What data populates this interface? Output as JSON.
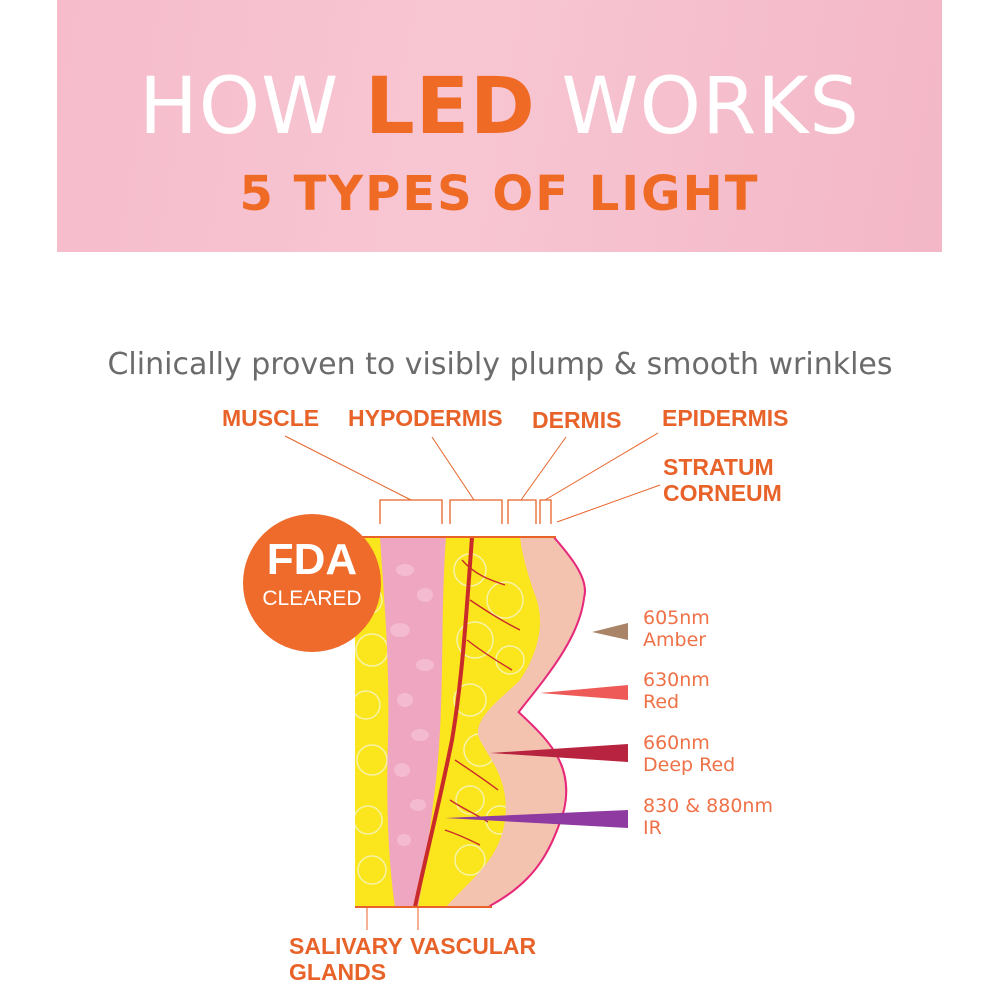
{
  "header": {
    "title_pre": "HOW ",
    "title_highlight": "LED",
    "title_post": " WORKS",
    "subtitle": "5 TYPES OF LIGHT"
  },
  "tagline": "Clinically proven to visibly plump & smooth wrinkles",
  "layers": {
    "muscle": "MUSCLE",
    "hypodermis": "HYPODERMIS",
    "dermis": "DERMIS",
    "epidermis": "EPIDERMIS",
    "stratum_line1": "STRATUM",
    "stratum_line2": "CORNEUM"
  },
  "badge": {
    "main": "FDA",
    "sub": "CLEARED"
  },
  "wavelengths": [
    {
      "nm": "605nm",
      "name": "Amber",
      "color": "#a98468"
    },
    {
      "nm": "630nm",
      "name": "Red",
      "color": "#ee5a57"
    },
    {
      "nm": "660nm",
      "name": "Deep Red",
      "color": "#b8233f"
    },
    {
      "nm": "830 & 880nm",
      "name": "IR",
      "color": "#8e3aa0"
    }
  ],
  "bottom_labels": {
    "salivary_line1": "SALIVARY",
    "salivary_line2": "GLANDS",
    "vascular": "VASCULAR"
  },
  "colors": {
    "accent": "#ef6a25",
    "banner": "#f7c1cf",
    "fat": "#fbe51c",
    "muscle": "#efa6c0",
    "dermis": "#f3c3b0",
    "epidermis": "#e6287e"
  }
}
